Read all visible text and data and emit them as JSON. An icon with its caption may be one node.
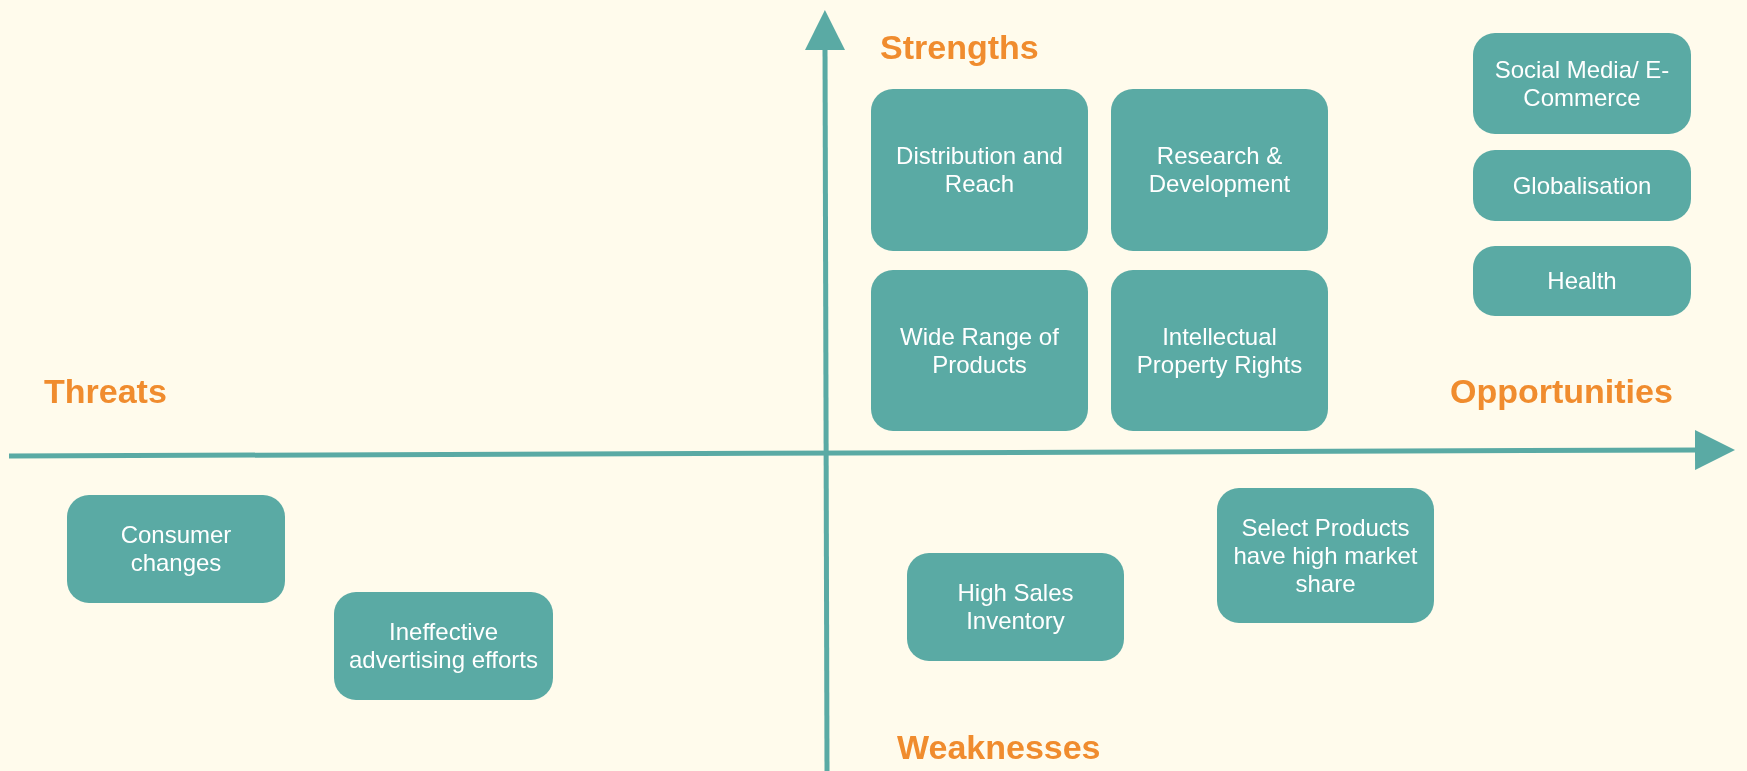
{
  "diagram": {
    "nodes": [
      {
        "text": [
          "Distribution and Reach"
        ]
      },
      {
        "text": [
          "Research & Development"
        ]
      },
      {
        "text": [
          "Wide Range of Products"
        ]
      },
      {
        "text": [
          "Intellectual Property Rights"
        ]
      },
      {
        "text": [
          "Social Media/ E-Commerce"
        ]
      },
      {
        "text": [
          "Globalisation"
        ]
      },
      {
        "text": [
          "Health"
        ]
      },
      {
        "text": [
          "Consumer changes"
        ]
      },
      {
        "text": [
          "Ineffective advertising efforts"
        ]
      },
      {
        "text": [
          "High Sales Inventory"
        ]
      },
      {
        "text": [
          "Select Products have high market share"
        ]
      }
    ],
    "labels": [
      "Strengths",
      "Threats",
      "Opportunities",
      "Weaknesses"
    ]
  }
}
